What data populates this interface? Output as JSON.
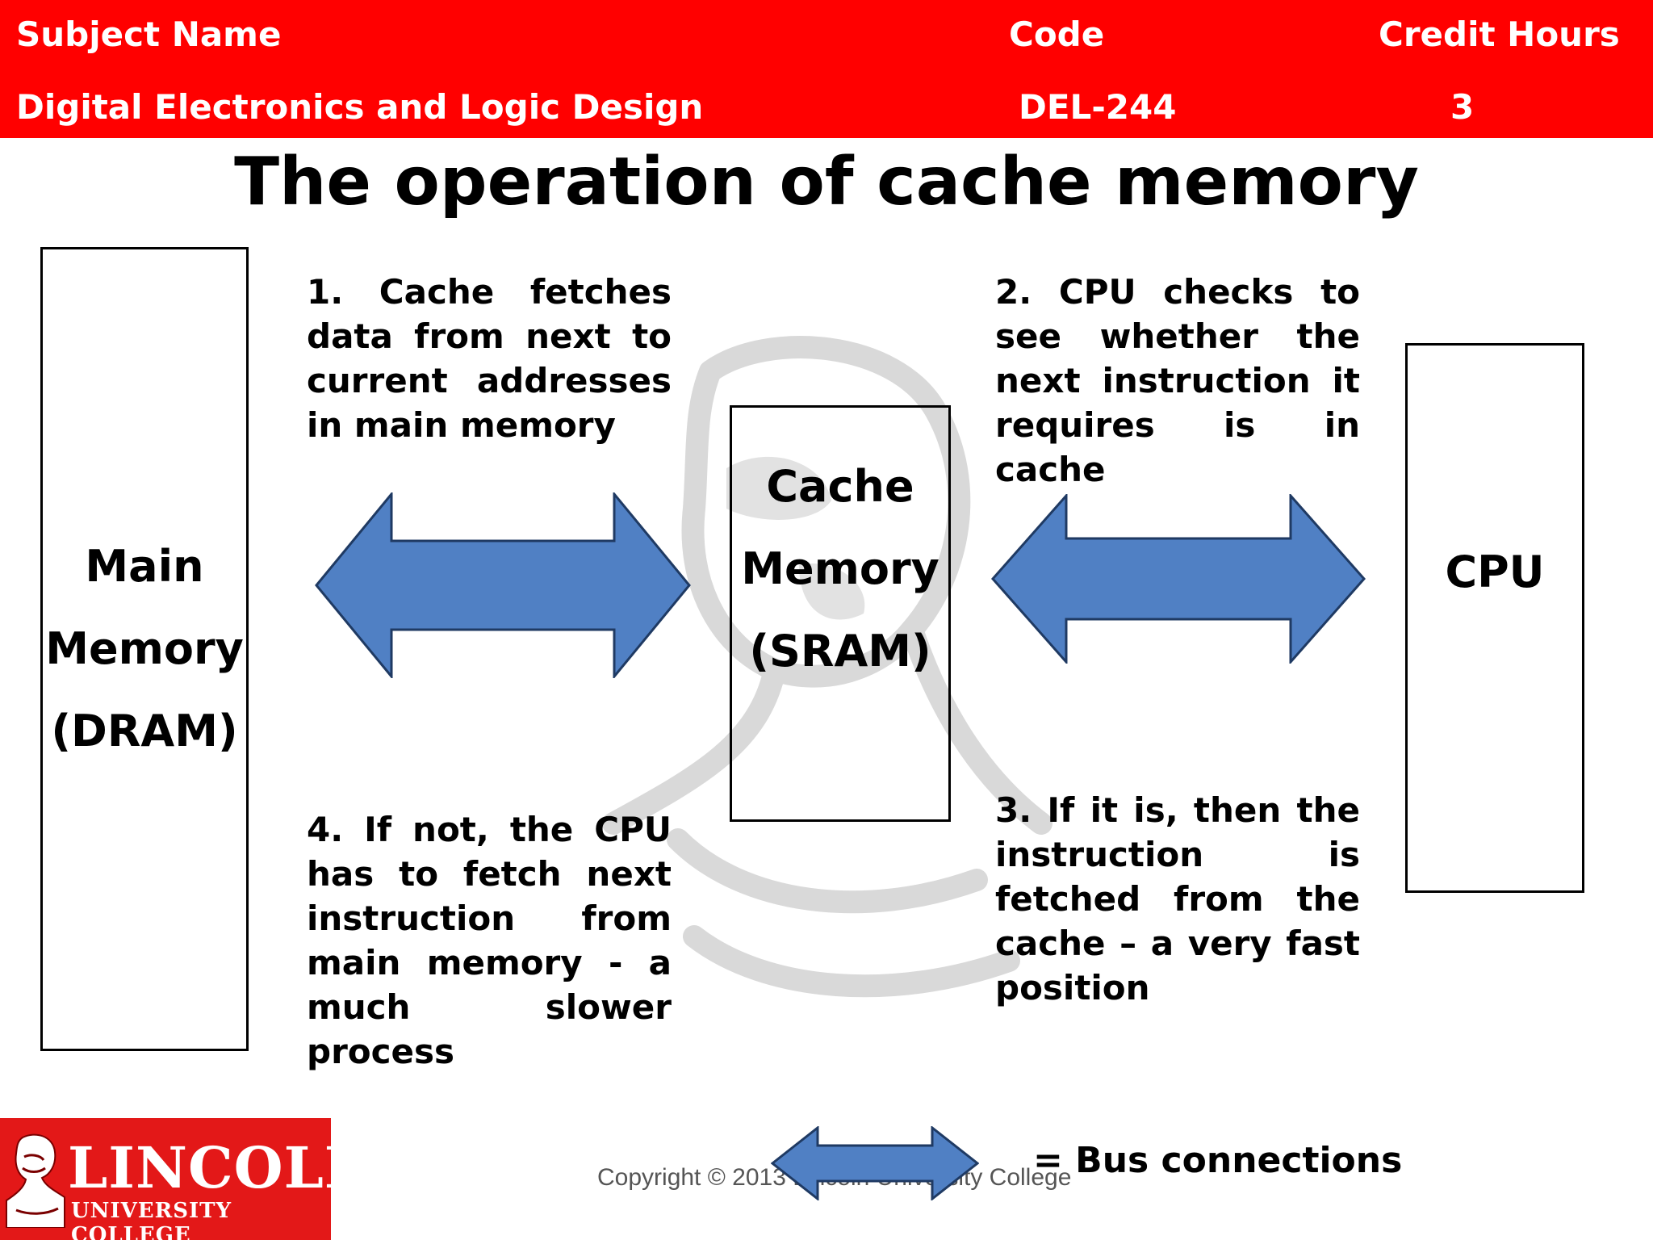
{
  "header": {
    "col1_label": "Subject Name",
    "col1_value": "Digital Electronics and Logic Design",
    "col2_label": "Code",
    "col2_value": "DEL-244",
    "col3_label": "Credit Hours",
    "col3_value": "3"
  },
  "title": "The operation of cache memory",
  "boxes": {
    "main_memory": [
      "Main",
      "Memory",
      "(DRAM)"
    ],
    "cache_memory": [
      "Cache",
      "Memory",
      "(SRAM)"
    ],
    "cpu": [
      "CPU"
    ]
  },
  "steps": {
    "step1": "1. Cache fetches data from next to current addresses in main memory",
    "step2": "2. CPU checks to see whether the next instruction it requires is in cache",
    "step3": "3. If it is, then the instruction is fetched from the cache – a very fast position",
    "step4": "4. If not, the CPU has to fetch next instruction from main memory - a much slower process"
  },
  "legend": "= Bus connections",
  "footer": {
    "copyright": "Copyright © 2013 Lincoln University College",
    "logo_word": "LINCOLN",
    "logo_sub": "UNIVERSITY COLLEGE"
  },
  "colors": {
    "header_bg": "#ff0000",
    "arrow_fill": "#5080c4",
    "arrow_stroke": "#1f3a63",
    "logo_bg": "#e31818"
  }
}
